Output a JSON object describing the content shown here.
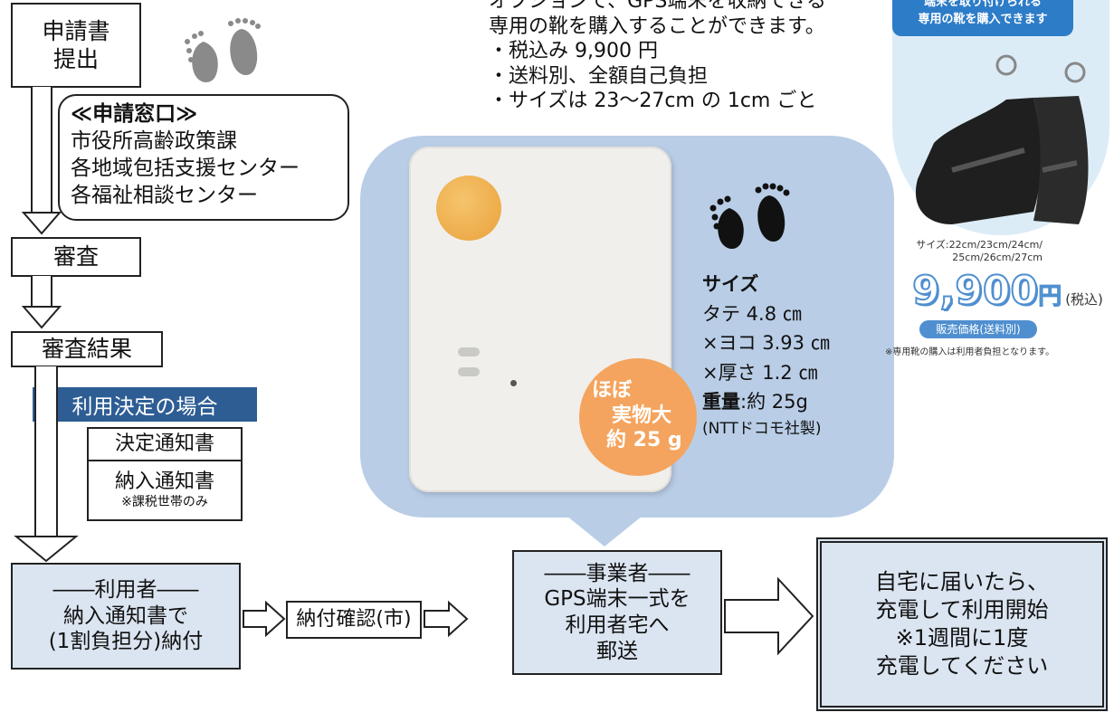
{
  "flow": {
    "application": [
      "申請書",
      "提出"
    ],
    "window": {
      "title": "≪申請窓口≫",
      "items": [
        "市役所高齢政策課",
        "各地域包括支援センター",
        "各福祉相談センター"
      ]
    },
    "review": "審査",
    "review_result": "審査結果",
    "decision_case": "利用決定の場合",
    "decision_notice": "決定通知書",
    "payment_notice": "納入通知書",
    "payment_note": "※課税世帯のみ",
    "user": [
      "――利用者――",
      "納入通知書で",
      "(1割負担分)納付"
    ],
    "confirm": "納付確認(市)",
    "vendor": [
      "――事業者――",
      "GPS端末一式を",
      "利用者宅へ",
      "郵送"
    ],
    "final": [
      "自宅に届いたら、",
      "充電して利用開始",
      "※1週間に1度",
      "充電してください"
    ]
  },
  "option_text": [
    "オプションで、GPS端末を収納できる",
    "専用の靴を購入することができます。",
    "・税込み 9,900 円",
    "・送料別、全額自己負担",
    "・サイズは 23～27cm の 1cm ごと"
  ],
  "device": {
    "badge": [
      "ほぼ",
      "実物大",
      "約 25 g"
    ],
    "size_title": "サイズ",
    "dims": [
      "タテ 4.8 ㎝",
      "×ヨコ 3.93 ㎝",
      "×厚さ 1.2 ㎝"
    ],
    "weight_label": "重量",
    "weight_value": ":約 25g",
    "maker": "(NTTドコモ社製)"
  },
  "ad": {
    "banner": [
      "端末を取り付けられる",
      "専用の靴を購入できます"
    ],
    "sizes": [
      "サイズ:22cm/23cm/24cm/",
      "25cm/26cm/27cm"
    ],
    "price": "9,900",
    "yen": "円",
    "tax": "(税込)",
    "sale_label": "販売価格(送料別)",
    "note": "※専用靴の購入は利用者負担となります。"
  },
  "colors": {
    "panel": "#b9cde6",
    "box_blue": "#dbe5f1",
    "header": "#2e5d94",
    "badge": "#f4a45e",
    "price": "#4f8fd0"
  }
}
